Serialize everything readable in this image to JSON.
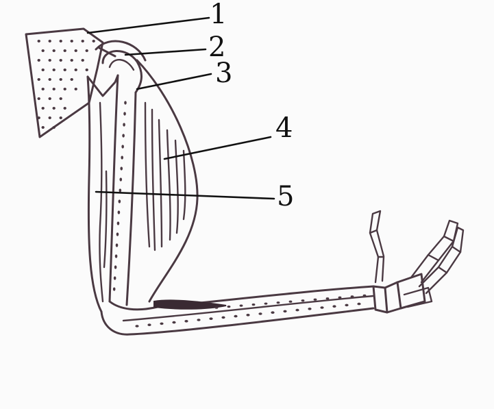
{
  "diagram": {
    "labels": [
      {
        "id": "1",
        "text": "1"
      },
      {
        "id": "2",
        "text": "2"
      },
      {
        "id": "3",
        "text": "3"
      },
      {
        "id": "4",
        "text": "4"
      },
      {
        "id": "5",
        "text": "5"
      }
    ]
  },
  "colors": {
    "ink": "#4a3942",
    "leader": "#111111",
    "paper": "#fbfbfb"
  }
}
